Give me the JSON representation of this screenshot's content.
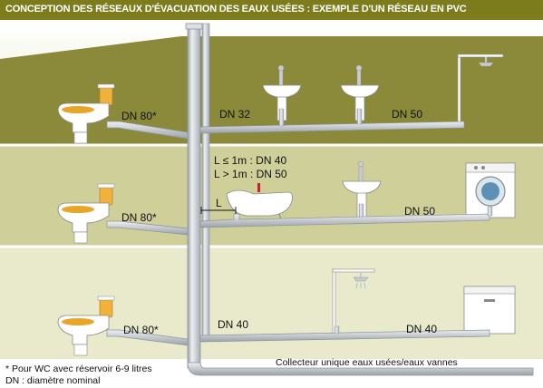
{
  "title": "CONCEPTION DES RÉSEAUX D'ÉVACUATION DES EAUX USÉES : EXEMPLE D'UN RÉSEAU EN PVC",
  "floors": {
    "top": {
      "wc_label": "DN 80*",
      "basin_label": "DN 32",
      "branch_label": "DN 50"
    },
    "middle": {
      "wc_label": "DN 80*",
      "rule_1": "L ≤ 1m : DN 40",
      "rule_2": "L > 1m : DN 50",
      "length_label": "L",
      "branch_label": "DN 50"
    },
    "bottom": {
      "wc_label": "DN 80*",
      "branch_label_1": "DN 40",
      "branch_label_2": "DN 40"
    }
  },
  "collector_label": "Collecteur unique eaux usées/eaux vannes",
  "notes": {
    "note_1": "* Pour WC avec réservoir 6-9 litres",
    "note_2": "DN : diamètre nominal"
  },
  "colors": {
    "header": "#7c7c1c",
    "band_top": "#8a8a3a",
    "band_middle": "#cfcf9a",
    "band_bottom": "#e9e9cc",
    "pipe": "#c9cdd2",
    "pipe_edge": "#8d949c",
    "wc_tank": "#f2b13a",
    "wall": "#ffffff"
  },
  "icons": [
    "wc-icon",
    "washbasin-icon",
    "shower-icon",
    "bathtub-icon",
    "washing-machine-icon",
    "dishwasher-icon"
  ]
}
